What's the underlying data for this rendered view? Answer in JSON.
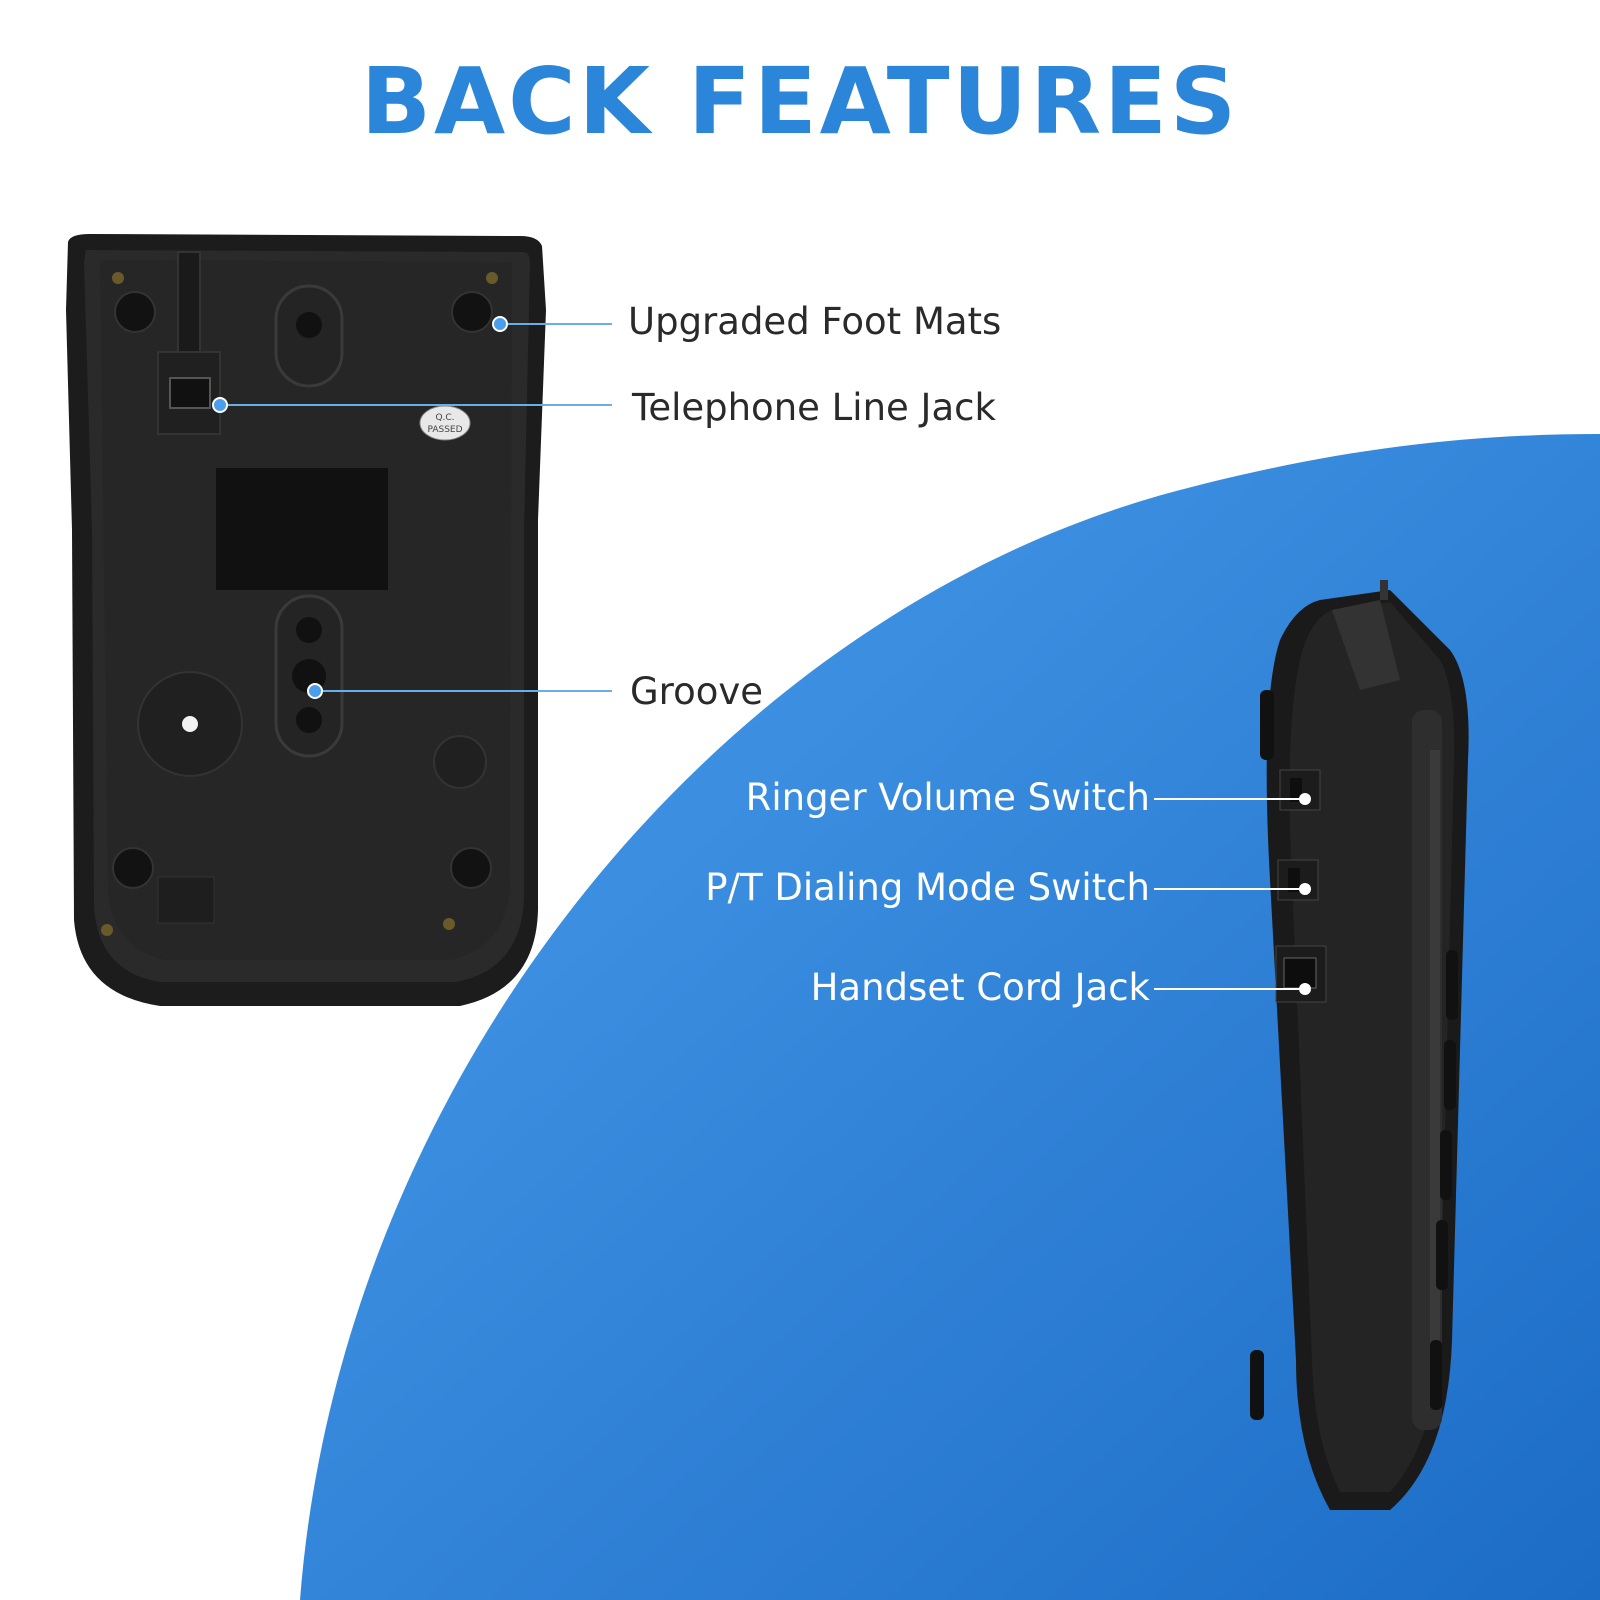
{
  "title": "BACK FEATURES",
  "colors": {
    "title": "#2B86D9",
    "blue_light": "#4A9EEC",
    "blue_dark": "#1C6CC6",
    "device": "#1e1e1e",
    "leader_back": "#6AAEE8",
    "leader_side": "#ffffff"
  },
  "back_callouts": [
    {
      "id": "foot-mats",
      "label": "Upgraded Foot Mats"
    },
    {
      "id": "line-jack",
      "label": "Telephone Line Jack"
    },
    {
      "id": "groove",
      "label": "Groove"
    }
  ],
  "side_callouts": [
    {
      "id": "ringer-volume",
      "label": "Ringer Volume Switch"
    },
    {
      "id": "dialing-mode",
      "label": "P/T Dialing Mode Switch"
    },
    {
      "id": "handset-jack",
      "label": "Handset Cord Jack"
    }
  ],
  "sticker": {
    "line1": "Q.C.",
    "line2": "PASSED"
  }
}
